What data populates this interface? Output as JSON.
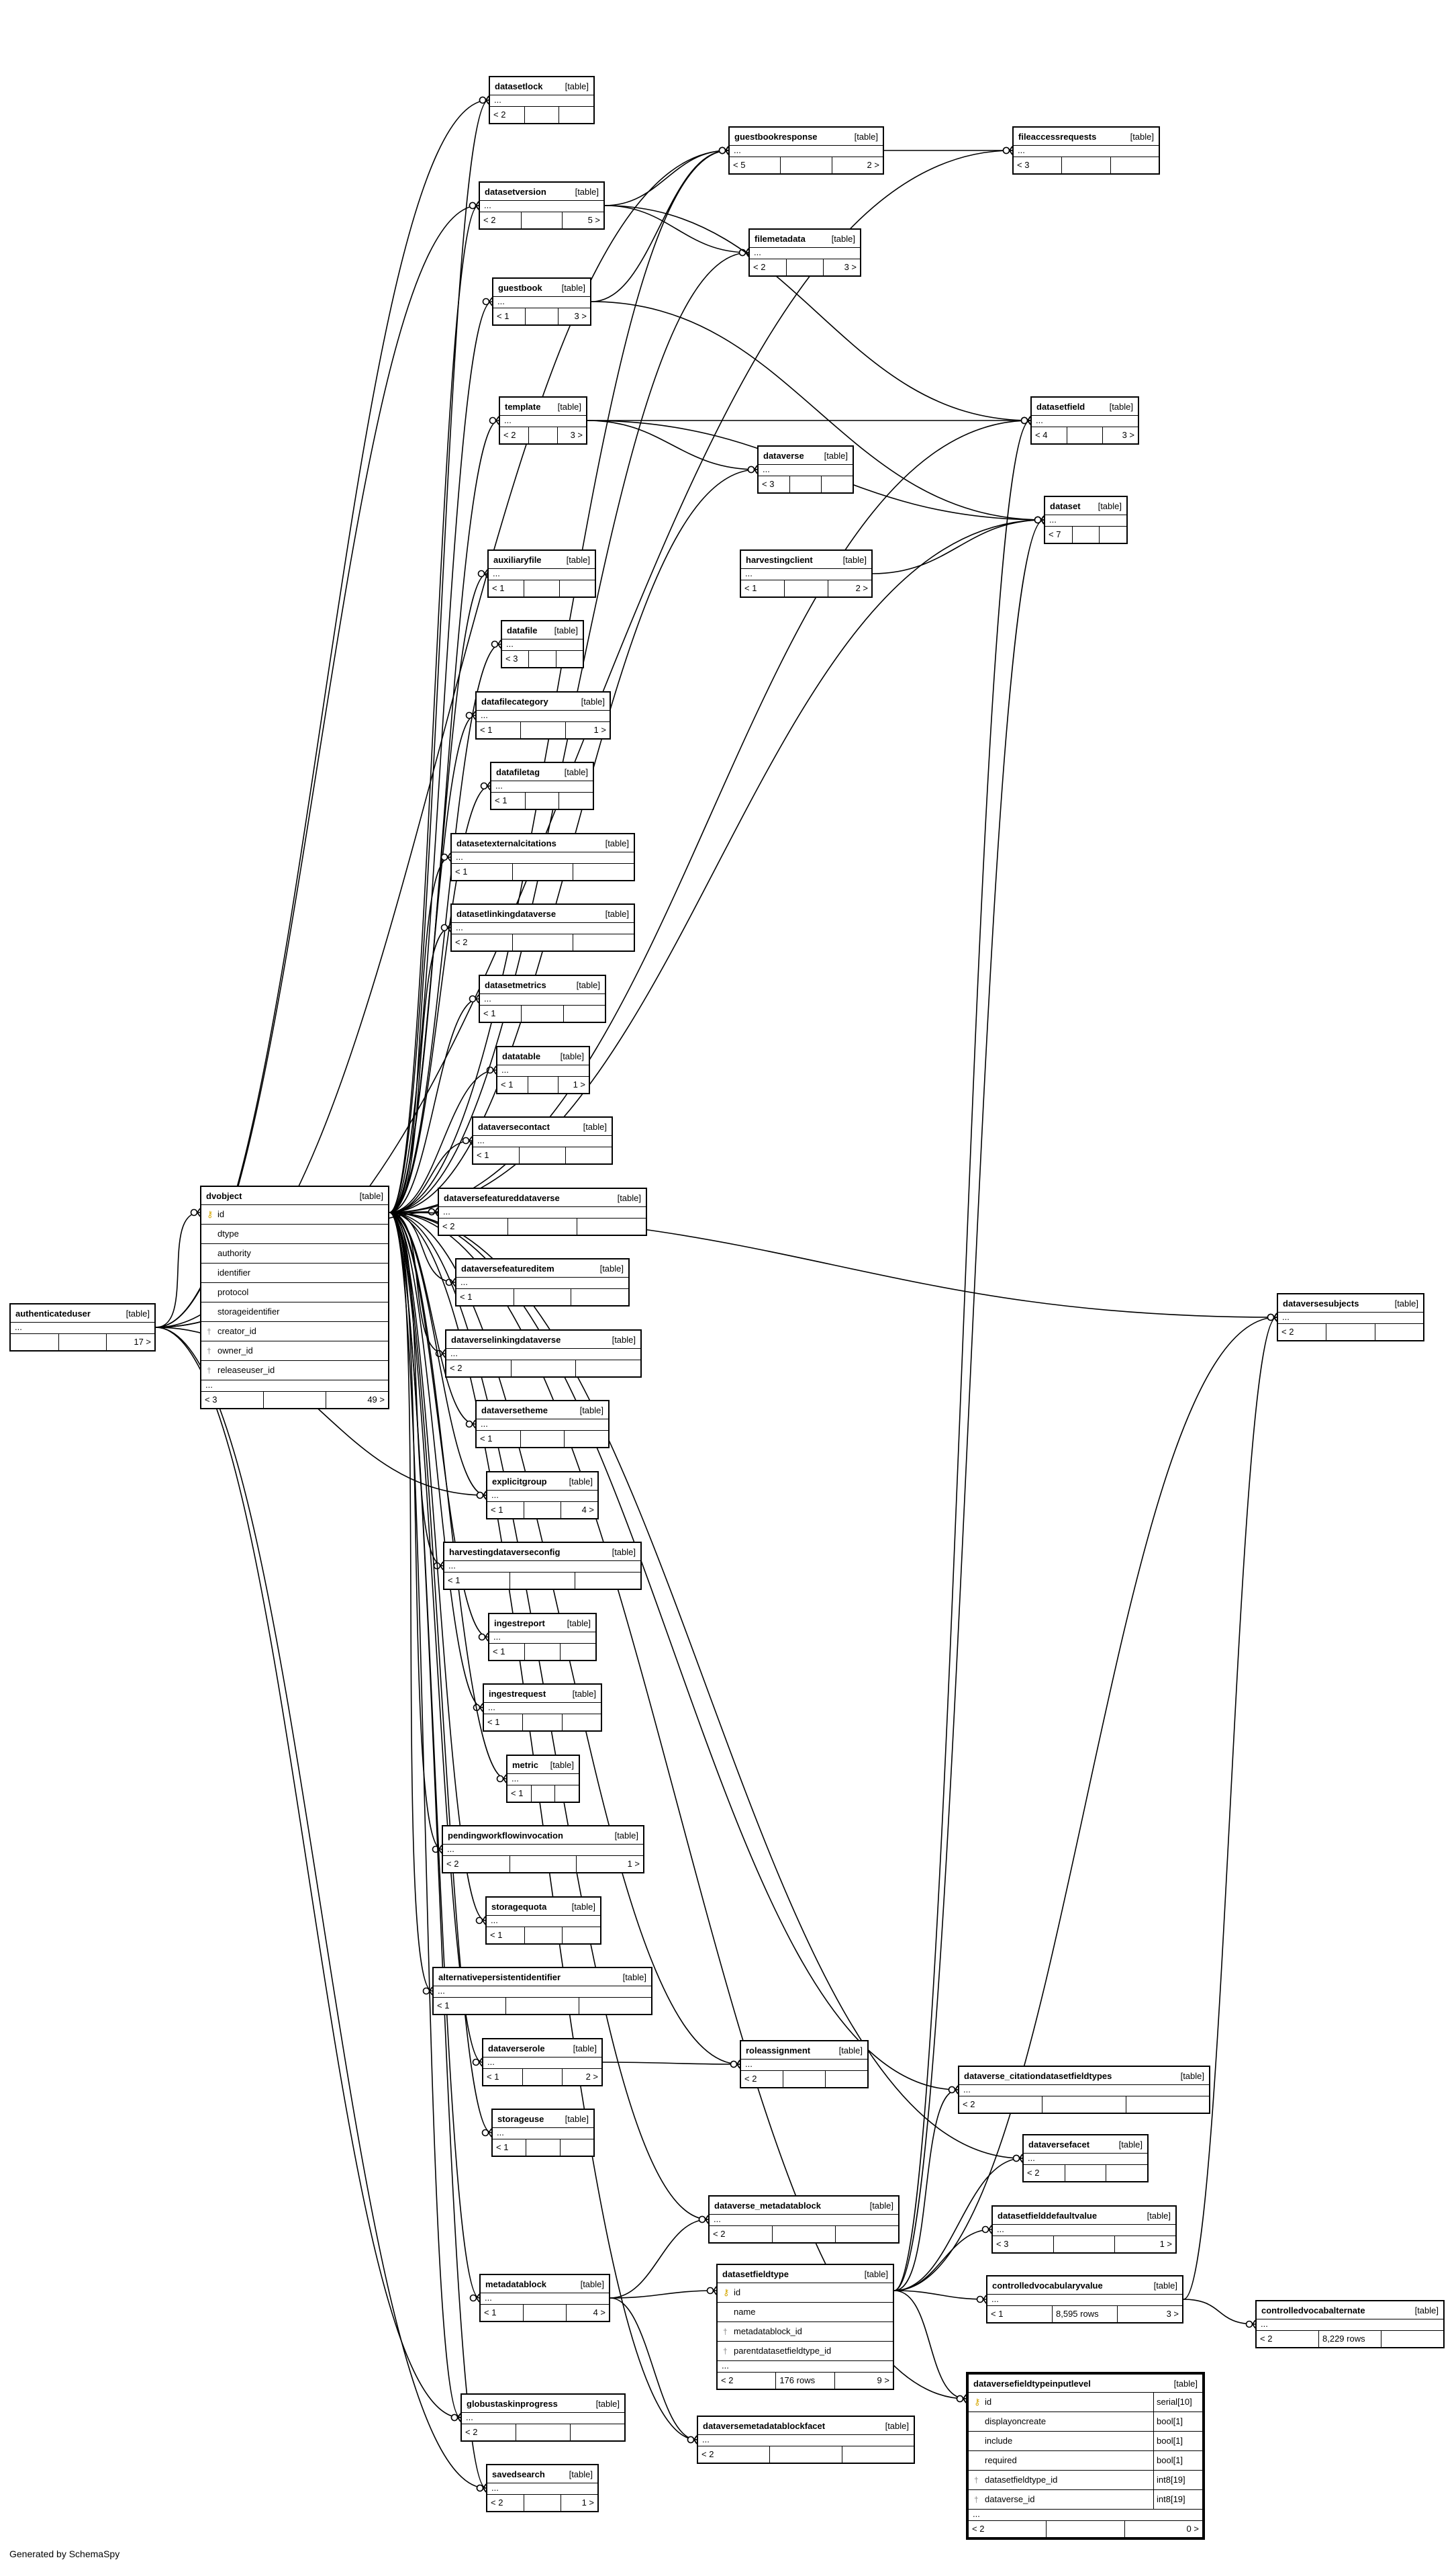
{
  "footer_note": "Generated by SchemaSpy",
  "tables": [
    {
      "id": "authenticateduser",
      "label": "authenticateduser",
      "kind": "[table]",
      "footer": [
        "",
        "",
        "17 >"
      ]
    },
    {
      "id": "dvobject",
      "label": "dvobject",
      "kind": "[table]",
      "columns": [
        {
          "name": "id",
          "key": "pk"
        },
        {
          "name": "dtype"
        },
        {
          "name": "authority"
        },
        {
          "name": "identifier"
        },
        {
          "name": "protocol"
        },
        {
          "name": "storageidentifier"
        },
        {
          "name": "creator_id",
          "key": "fk"
        },
        {
          "name": "owner_id",
          "key": "fk"
        },
        {
          "name": "releaseuser_id",
          "key": "fk"
        }
      ],
      "footer": [
        "< 3",
        "",
        "49 >"
      ]
    },
    {
      "id": "datasetlock",
      "label": "datasetlock",
      "kind": "[table]",
      "footer": [
        "< 2",
        "",
        ""
      ]
    },
    {
      "id": "guestbookresponse",
      "label": "guestbookresponse",
      "kind": "[table]",
      "footer": [
        "< 5",
        "",
        "2 >"
      ]
    },
    {
      "id": "fileaccessrequests",
      "label": "fileaccessrequests",
      "kind": "[table]",
      "footer": [
        "< 3",
        "",
        ""
      ]
    },
    {
      "id": "datasetversion",
      "label": "datasetversion",
      "kind": "[table]",
      "footer": [
        "< 2",
        "",
        "5 >"
      ]
    },
    {
      "id": "filemetadata",
      "label": "filemetadata",
      "kind": "[table]",
      "footer": [
        "< 2",
        "",
        "3 >"
      ]
    },
    {
      "id": "guestbook",
      "label": "guestbook",
      "kind": "[table]",
      "footer": [
        "< 1",
        "",
        "3 >"
      ]
    },
    {
      "id": "template",
      "label": "template",
      "kind": "[table]",
      "footer": [
        "< 2",
        "",
        "3 >"
      ]
    },
    {
      "id": "datasetfield",
      "label": "datasetfield",
      "kind": "[table]",
      "footer": [
        "< 4",
        "",
        "3 >"
      ]
    },
    {
      "id": "dataverse",
      "label": "dataverse",
      "kind": "[table]",
      "footer": [
        "< 3",
        "",
        ""
      ]
    },
    {
      "id": "dataset",
      "label": "dataset",
      "kind": "[table]",
      "footer": [
        "< 7",
        "",
        ""
      ]
    },
    {
      "id": "auxiliaryfile",
      "label": "auxiliaryfile",
      "kind": "[table]",
      "footer": [
        "< 1",
        "",
        ""
      ]
    },
    {
      "id": "harvestingclient",
      "label": "harvestingclient",
      "kind": "[table]",
      "footer": [
        "< 1",
        "",
        "2 >"
      ]
    },
    {
      "id": "datafile",
      "label": "datafile",
      "kind": "[table]",
      "footer": [
        "< 3",
        "",
        ""
      ]
    },
    {
      "id": "datafilecategory",
      "label": "datafilecategory",
      "kind": "[table]",
      "footer": [
        "< 1",
        "",
        "1 >"
      ]
    },
    {
      "id": "datafiletag",
      "label": "datafiletag",
      "kind": "[table]",
      "footer": [
        "< 1",
        "",
        ""
      ]
    },
    {
      "id": "datasetexternalcitations",
      "label": "datasetexternalcitations",
      "kind": "[table]",
      "footer": [
        "< 1",
        "",
        ""
      ]
    },
    {
      "id": "datasetlinkingdataverse",
      "label": "datasetlinkingdataverse",
      "kind": "[table]",
      "footer": [
        "< 2",
        "",
        ""
      ]
    },
    {
      "id": "datasetmetrics",
      "label": "datasetmetrics",
      "kind": "[table]",
      "footer": [
        "< 1",
        "",
        ""
      ]
    },
    {
      "id": "datatable",
      "label": "datatable",
      "kind": "[table]",
      "footer": [
        "< 1",
        "",
        "1 >"
      ]
    },
    {
      "id": "dataversecontact",
      "label": "dataversecontact",
      "kind": "[table]",
      "footer": [
        "< 1",
        "",
        ""
      ]
    },
    {
      "id": "dataversefeatureddataverse",
      "label": "dataversefeatureddataverse",
      "kind": "[table]",
      "footer": [
        "< 2",
        "",
        ""
      ]
    },
    {
      "id": "dataversefeatureditem",
      "label": "dataversefeatureditem",
      "kind": "[table]",
      "footer": [
        "< 1",
        "",
        ""
      ]
    },
    {
      "id": "dataverselinkingdataverse",
      "label": "dataverselinkingdataverse",
      "kind": "[table]",
      "footer": [
        "< 2",
        "",
        ""
      ]
    },
    {
      "id": "dataversetheme",
      "label": "dataversetheme",
      "kind": "[table]",
      "footer": [
        "< 1",
        "",
        ""
      ]
    },
    {
      "id": "explicitgroup",
      "label": "explicitgroup",
      "kind": "[table]",
      "footer": [
        "< 1",
        "",
        "4 >"
      ]
    },
    {
      "id": "harvestingdataverseconfig",
      "label": "harvestingdataverseconfig",
      "kind": "[table]",
      "footer": [
        "< 1",
        "",
        ""
      ]
    },
    {
      "id": "ingestreport",
      "label": "ingestreport",
      "kind": "[table]",
      "footer": [
        "< 1",
        "",
        ""
      ]
    },
    {
      "id": "ingestrequest",
      "label": "ingestrequest",
      "kind": "[table]",
      "footer": [
        "< 1",
        "",
        ""
      ]
    },
    {
      "id": "metric",
      "label": "metric",
      "kind": "[table]",
      "footer": [
        "< 1",
        "",
        ""
      ]
    },
    {
      "id": "pendingworkflowinvocation",
      "label": "pendingworkflowinvocation",
      "kind": "[table]",
      "footer": [
        "< 2",
        "",
        "1 >"
      ]
    },
    {
      "id": "storagequota",
      "label": "storagequota",
      "kind": "[table]",
      "footer": [
        "< 1",
        "",
        ""
      ]
    },
    {
      "id": "alternativepersistentidentifier",
      "label": "alternativepersistentidentifier",
      "kind": "[table]",
      "footer": [
        "< 1",
        "",
        ""
      ]
    },
    {
      "id": "dataverserole",
      "label": "dataverserole",
      "kind": "[table]",
      "footer": [
        "< 1",
        "",
        "2 >"
      ]
    },
    {
      "id": "roleassignment",
      "label": "roleassignment",
      "kind": "[table]",
      "footer": [
        "< 2",
        "",
        ""
      ]
    },
    {
      "id": "storageuse",
      "label": "storageuse",
      "kind": "[table]",
      "footer": [
        "< 1",
        "",
        ""
      ]
    },
    {
      "id": "dataversesubjects",
      "label": "dataversesubjects",
      "kind": "[table]",
      "footer": [
        "< 2",
        "",
        ""
      ]
    },
    {
      "id": "dataverse_citationdatasetfieldtypes",
      "label": "dataverse_citationdatasetfieldtypes",
      "kind": "[table]",
      "footer": [
        "< 2",
        "",
        ""
      ]
    },
    {
      "id": "dataversefacet",
      "label": "dataversefacet",
      "kind": "[table]",
      "footer": [
        "< 2",
        "",
        ""
      ]
    },
    {
      "id": "dataverse_metadatablock",
      "label": "dataverse_metadatablock",
      "kind": "[table]",
      "footer": [
        "< 2",
        "",
        ""
      ]
    },
    {
      "id": "datasetfielddefaultvalue",
      "label": "datasetfielddefaultvalue",
      "kind": "[table]",
      "footer": [
        "< 3",
        "",
        "1 >"
      ]
    },
    {
      "id": "datasetfieldtype",
      "label": "datasetfieldtype",
      "kind": "[table]",
      "columns": [
        {
          "name": "id",
          "key": "pk"
        },
        {
          "name": "name"
        },
        {
          "name": "metadatablock_id",
          "key": "fk"
        },
        {
          "name": "parentdatasetfieldtype_id",
          "key": "fk"
        }
      ],
      "footer": [
        "< 2",
        "176 rows",
        "9 >"
      ]
    },
    {
      "id": "metadatablock",
      "label": "metadatablock",
      "kind": "[table]",
      "footer": [
        "< 1",
        "",
        "4 >"
      ]
    },
    {
      "id": "controlledvocabularyvalue",
      "label": "controlledvocabularyvalue",
      "kind": "[table]",
      "footer": [
        "< 1",
        "8,595 rows",
        "3 >"
      ]
    },
    {
      "id": "controlledvocabalternate",
      "label": "controlledvocabalternate",
      "kind": "[table]",
      "footer": [
        "< 2",
        "8,229 rows",
        ""
      ]
    },
    {
      "id": "dataversemetadatablockfacet",
      "label": "dataversemetadatablockfacet",
      "kind": "[table]",
      "footer": [
        "< 2",
        "",
        ""
      ]
    },
    {
      "id": "globustaskinprogress",
      "label": "globustaskinprogress",
      "kind": "[table]",
      "footer": [
        "< 2",
        "",
        ""
      ]
    },
    {
      "id": "dataversefieldtypeinputlevel",
      "label": "dataversefieldtypeinputlevel",
      "kind": "[table]",
      "columns": [
        {
          "name": "id",
          "key": "pk",
          "type": "serial[10]"
        },
        {
          "name": "displayoncreate",
          "type": "bool[1]"
        },
        {
          "name": "include",
          "type": "bool[1]"
        },
        {
          "name": "required",
          "type": "bool[1]"
        },
        {
          "name": "datasetfieldtype_id",
          "key": "fk",
          "type": "int8[19]"
        },
        {
          "name": "dataverse_id",
          "key": "fk",
          "type": "int8[19]"
        }
      ],
      "footer": [
        "< 2",
        "",
        "0 >"
      ]
    },
    {
      "id": "savedsearch",
      "label": "savedsearch",
      "kind": "[table]",
      "footer": [
        "< 2",
        "",
        "1 >"
      ]
    }
  ]
}
